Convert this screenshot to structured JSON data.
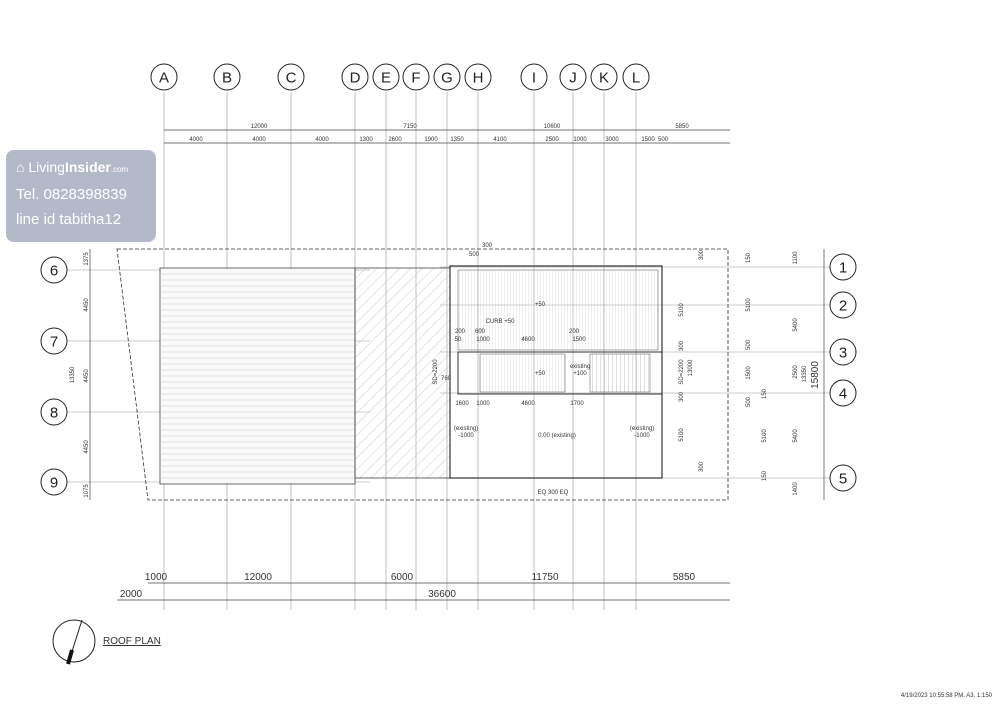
{
  "drawing": {
    "title": "ROOF PLAN",
    "footer": "4/19/2023 10:55:58 PM, A3, 1:150",
    "grid_columns": [
      "A",
      "B",
      "C",
      "D",
      "E",
      "F",
      "G",
      "H",
      "I",
      "J",
      "K",
      "L"
    ],
    "grid_rows_left": [
      "6",
      "7",
      "8",
      "9"
    ],
    "grid_rows_right": [
      "1",
      "2",
      "3",
      "4",
      "5"
    ],
    "top_dims_overall": [
      "12000",
      "7150",
      "10600",
      "5850"
    ],
    "top_dims_detail": [
      "4000",
      "4000",
      "4000",
      "1300",
      "2600",
      "1900",
      "1350",
      "4100",
      "2500",
      "1000",
      "3000",
      "1500",
      "500"
    ],
    "left_dims": [
      "1375",
      "4450",
      "4450",
      "4450",
      "1075",
      "13350"
    ],
    "bottom_dims": [
      "1000",
      "12000",
      "6000",
      "11750",
      "5850"
    ],
    "bottom_total": [
      "2000",
      "36600"
    ],
    "right_dims_a": [
      "150",
      "5100",
      "500",
      "1500",
      "500",
      "150",
      "5100",
      "150"
    ],
    "right_dims_b": [
      "1100",
      "5400",
      "2500",
      "5400",
      "1400"
    ],
    "right_total": [
      "13350",
      "15800"
    ],
    "inner_right_dims": [
      "300",
      "5100",
      "300",
      "SD=2200",
      "13000",
      "300",
      "5100",
      "300"
    ],
    "notes": {
      "roof_level": "+50",
      "curb": "CURB +50",
      "mid_level": "+50",
      "existing_up": "existing",
      "existing_up_level": "+100",
      "existing_left": "(existing)",
      "existing_left_level": "-1000",
      "main_level": "0.00 (existing)",
      "existing_right": "(existing)",
      "existing_right_level": "-1000",
      "eq": "EQ 300 EQ",
      "top_300": "300",
      "top_500": "500",
      "d200a": "200",
      "d600": "600",
      "d50": "50",
      "d1000a": "1000",
      "d4600a": "4600",
      "d200b": "200",
      "d1500": "1500",
      "d1600": "1600",
      "d1000b": "1000",
      "d4600b": "4600",
      "d1700": "1700",
      "sd_left": "SD=2200",
      "d760": "760"
    }
  },
  "watermark": {
    "brand_a": "Living",
    "brand_b": "Insider",
    "brand_c": ".com",
    "tel": "Tel. 0828398839",
    "line": "line id tabitha12"
  }
}
